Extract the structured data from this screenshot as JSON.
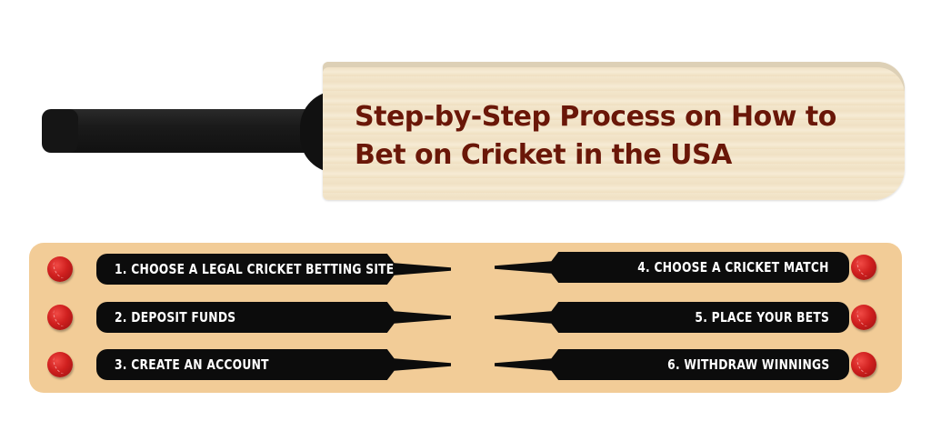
{
  "title": {
    "line1": "Step-by-Step Process on How to",
    "line2": "Bet on Cricket in the USA"
  },
  "colors": {
    "title": "#6a1708",
    "panel": "#f2cc97",
    "brush": "#0c0c0c",
    "ball": "#d0201f",
    "blade": "#f3e6cc",
    "handle": "#1a1a1a"
  },
  "icons": {
    "bat": "cricket-bat-icon",
    "ball": "cricket-ball-icon"
  },
  "steps": [
    {
      "label": "1. CHOOSE A LEGAL CRICKET BETTING SITE"
    },
    {
      "label": "2. DEPOSIT FUNDS"
    },
    {
      "label": "3. CREATE AN ACCOUNT"
    },
    {
      "label": "4. CHOOSE A CRICKET MATCH"
    },
    {
      "label": "5. PLACE YOUR BETS"
    },
    {
      "label": "6. WITHDRAW WINNINGS"
    }
  ]
}
